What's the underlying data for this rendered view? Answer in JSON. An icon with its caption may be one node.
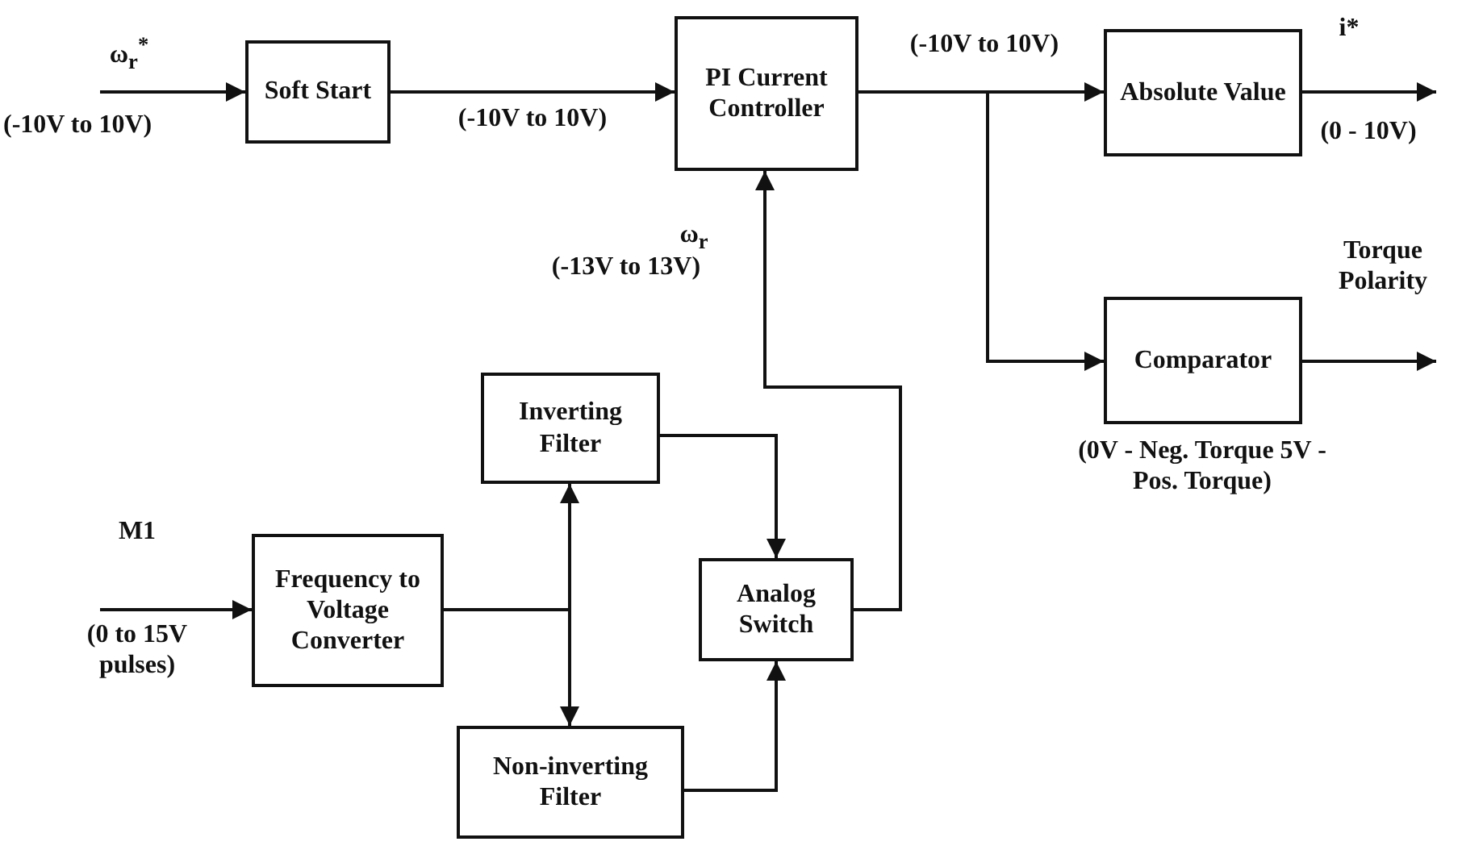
{
  "diagram": {
    "nodes": [
      {
        "text": [
          "Soft Start"
        ]
      },
      {
        "text": [
          "PI Current Controller"
        ]
      },
      {
        "text": [
          "Absolute Value"
        ]
      },
      {
        "text": [
          "Comparator"
        ],
        "beside": [
          "(0V - Neg. Torque 5V - Pos. Torque)"
        ]
      },
      {
        "text": [
          "Inverting Filter"
        ]
      },
      {
        "text": [
          "Frequency to Voltage Converter"
        ]
      },
      {
        "text": [
          "Analog Switch"
        ]
      },
      {
        "text": [
          "Non-inverting Filter"
        ]
      }
    ],
    "edges": [
      {
        "from": null,
        "to": 0,
        "arrow": "to"
      },
      {
        "from": 0,
        "to": 1,
        "arrow": "to",
        "label": "(-10V to 10V)"
      },
      {
        "from": 1,
        "to": 2,
        "arrow": "to",
        "label": "(-10V to 10V)"
      },
      {
        "from": 1,
        "to": 3,
        "arrow": "to"
      },
      {
        "from": 2,
        "to": null,
        "arrow": "to"
      },
      {
        "from": 3,
        "to": null,
        "arrow": "to"
      },
      {
        "from": null,
        "to": 5,
        "arrow": "to"
      },
      {
        "from": 5,
        "to": 4,
        "arrow": "to"
      },
      {
        "from": 5,
        "to": 7,
        "arrow": "to"
      },
      {
        "from": 4,
        "to": 6,
        "arrow": "to"
      },
      {
        "from": 7,
        "to": 6,
        "arrow": "to"
      },
      {
        "from": 6,
        "to": 1,
        "arrow": "to"
      }
    ],
    "labels": [
      "ω$_{r}$$^{*}$",
      "(-10V to 10V)",
      "i*",
      "(0 - 10V)",
      "ω$_{r}$",
      "(-13V to 13V)",
      "Torque Polarity",
      "M1",
      "(0 to 15V pulses)"
    ]
  }
}
